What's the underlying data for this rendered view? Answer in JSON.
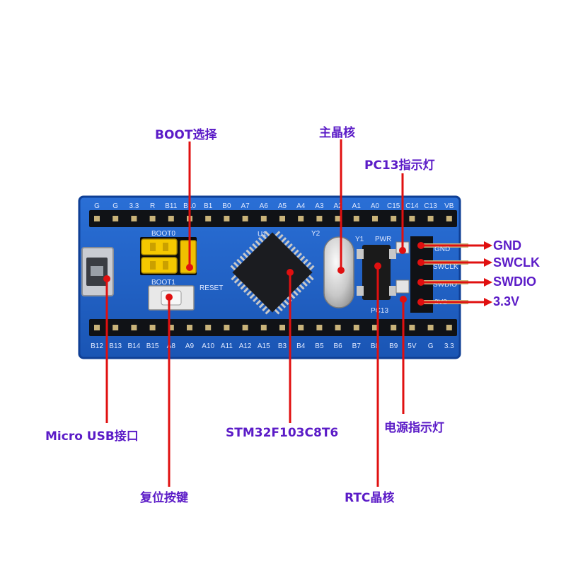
{
  "colors": {
    "label": "#5b1bc7",
    "line": "#e01010",
    "pcb": "#1d5fc4",
    "pcb_edge": "#0f3f95",
    "silk": "#dfe8ff",
    "jumper": "#f5c800"
  },
  "callouts": {
    "boot_select": "BOOT选择",
    "main_crystal": "主晶核",
    "pc13_led": "PC13指示灯",
    "micro_usb": "Micro USB接口",
    "mcu": "STM32F103C8T6",
    "power_led": "电源指示灯",
    "reset_button": "复位按键",
    "rtc_crystal": "RTC晶核"
  },
  "swd_pins": [
    "GND",
    "SWCLK",
    "SWDIO",
    "3.3V"
  ],
  "board_silk": {
    "top_row": [
      "G",
      "G",
      "3.3",
      "R",
      "B11",
      "B10",
      "B1",
      "B0",
      "A7",
      "A6",
      "A5",
      "A4",
      "A3",
      "A2",
      "A1",
      "A0",
      "C15",
      "C14",
      "C13",
      "VB"
    ],
    "bottom_row": [
      "B12",
      "B13",
      "B14",
      "B15",
      "A8",
      "A9",
      "A10",
      "A11",
      "A12",
      "A15",
      "B3",
      "B4",
      "B5",
      "B6",
      "B7",
      "B8",
      "B9",
      "5V",
      "G",
      "3.3"
    ],
    "boot0": "BOOT0",
    "boot1": "BOOT1",
    "reset": "RESET",
    "y2": "Y2",
    "y1": "Y1",
    "pwr": "PWR",
    "pc13": "PC13",
    "u1": "U1",
    "swd_gnd": "GND",
    "swd_clk": "SWCLK",
    "swd_dio": "SWDIO",
    "swd_33": "3V3"
  }
}
